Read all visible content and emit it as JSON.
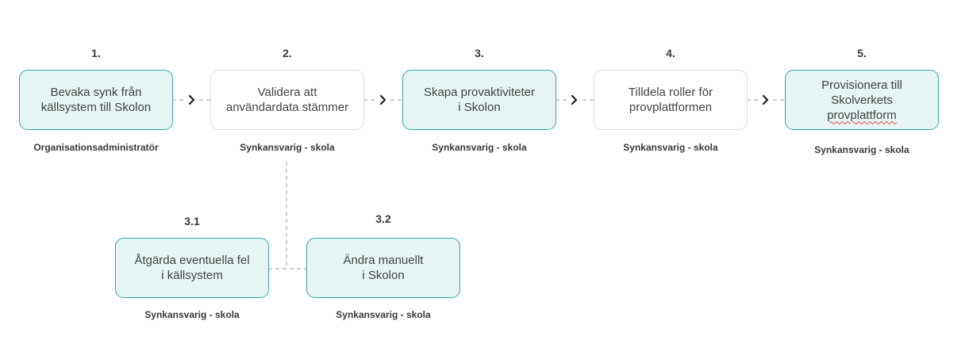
{
  "steps": [
    {
      "number": "1.",
      "text": "Bevaka synk från\nkällsystem till Skolon",
      "role": "Organisationsadministratör",
      "style": "filled"
    },
    {
      "number": "2.",
      "text": "Validera att\nanvändardata stämmer",
      "role": "Synkansvarig - skola",
      "style": "empty"
    },
    {
      "number": "3.",
      "text": "Skapa provaktiviteter\ni Skolon",
      "role": "Synkansvarig - skola",
      "style": "filled"
    },
    {
      "number": "4.",
      "text": "Tilldela roller för\nprovplattformen",
      "role": "Synkansvarig - skola",
      "style": "empty"
    },
    {
      "number": "5.",
      "text_line1": "Provisionera till\nSkolverkets",
      "text_line2": "provplattform",
      "role": "Synkansvarig - skola",
      "style": "filled"
    }
  ],
  "substeps": [
    {
      "number": "3.1",
      "text": "Åtgärda eventuella fel\ni källsystem",
      "role": "Synkansvarig - skola",
      "style": "filled"
    },
    {
      "number": "3.2",
      "text": "Ändra manuellt\ni Skolon",
      "role": "Synkansvarig - skola",
      "style": "filled"
    }
  ],
  "colors": {
    "box_fill": "#e6f4f4",
    "box_border_accent": "#3aa7a7",
    "box_border_plain": "#dedede",
    "connector": "#b5b5b5",
    "arrow": "#222222"
  },
  "icons": {
    "step_arrow": "chevron-right-icon"
  }
}
